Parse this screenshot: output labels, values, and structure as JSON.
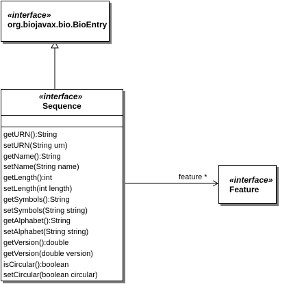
{
  "bioentry": {
    "stereotype": "«interface»",
    "name": "org.biojavax.bio.BioEntry"
  },
  "sequence": {
    "stereotype": "«interface»",
    "name": "Sequence",
    "operations": [
      "getURN():String",
      "setURN(String urn)",
      "getName():String",
      "setName(String name)",
      "getLength():int",
      "setLength(int length)",
      "getSymbols():String",
      "setSymbols(String string)",
      "getAlphabet():String",
      "setAlphabet(String string)",
      "getVersion():double",
      "getVersion(double version)",
      "isCircular():boolean",
      "setCircular(boolean circular)"
    ]
  },
  "feature": {
    "stereotype": "«interface»",
    "name": "Feature"
  },
  "association": {
    "label": "feature *"
  }
}
